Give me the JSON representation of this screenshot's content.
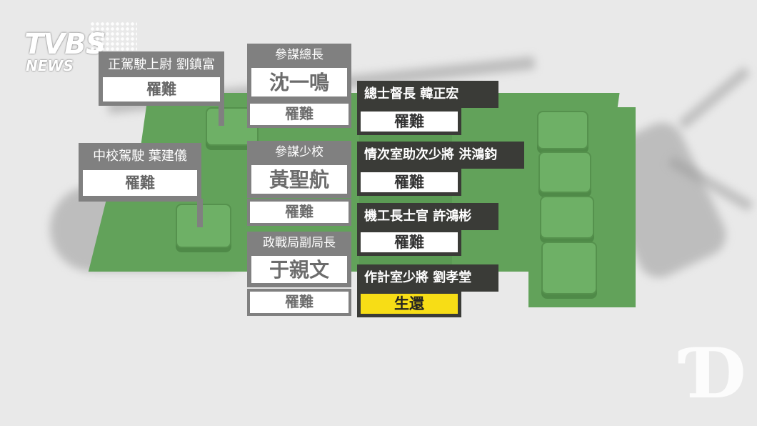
{
  "logo": {
    "main": "TVBS",
    "sub": "NEWS"
  },
  "left_cards": [
    {
      "title": "正駕駛上尉  劉鎮富",
      "status": "罹難"
    },
    {
      "title": "中校駕駛  葉建儀",
      "status": "罹難"
    }
  ],
  "center_cards": [
    {
      "rank": "參謀總長",
      "name": "沈一鳴",
      "status": "罹難"
    },
    {
      "rank": "參謀少校",
      "name": "黃聖航",
      "status": "罹難"
    },
    {
      "rank": "政戰局副局長",
      "name": "于親文",
      "status": "罹難"
    }
  ],
  "right_cards": [
    {
      "title": "總士督長  韓正宏",
      "status": "罹難"
    },
    {
      "title": "情次室助次少將  洪鴻鈞",
      "status": "罹難"
    },
    {
      "title": "機工長士官  許鴻彬",
      "status": "罹難"
    },
    {
      "title": "作計室少將  劉孝堂",
      "status": "生還"
    }
  ],
  "colors": {
    "survived": "#f7dd16",
    "deceased_box": "#ffffff",
    "floor_green": "#62a25a"
  },
  "watermark_icon": "disney-logo-icon"
}
